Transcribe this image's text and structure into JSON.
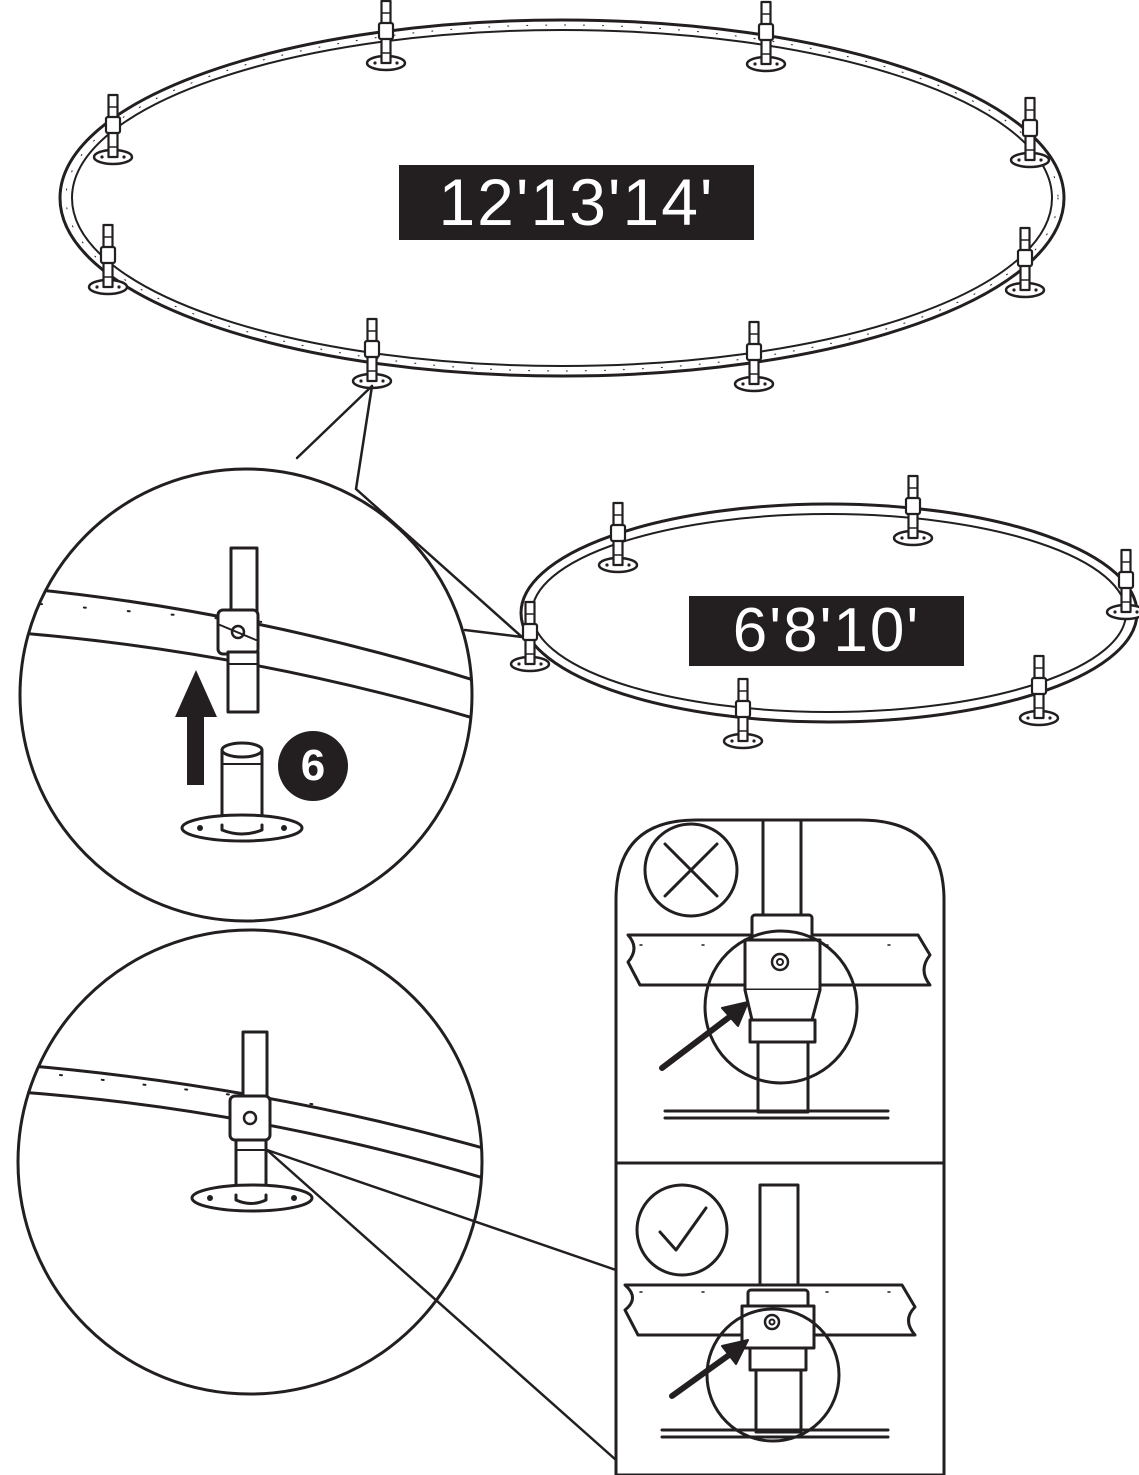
{
  "labels": {
    "large_sizes": "12'13'14'",
    "small_sizes": "6'8'10'"
  },
  "step": {
    "number": "6"
  },
  "icons": {
    "wrong": "cross-circle-icon",
    "right": "check-circle-icon",
    "direction": "up-arrow-icon"
  },
  "colors": {
    "ink": "#231f20",
    "paper": "#ffffff"
  }
}
